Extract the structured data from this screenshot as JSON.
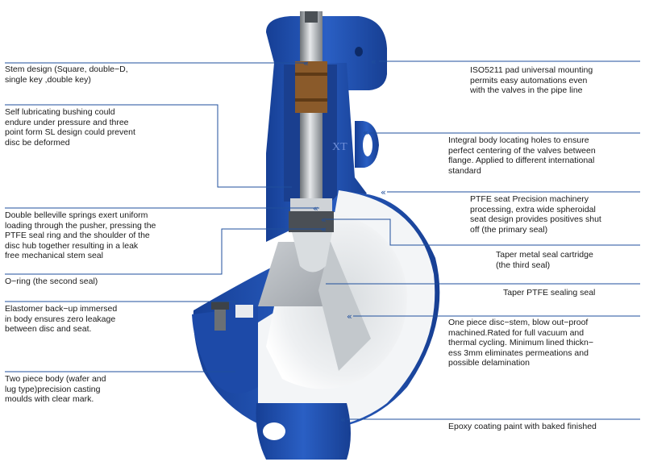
{
  "colors": {
    "body_blue": "#1f4fb0",
    "body_blue_dark": "#143a8a",
    "ptfe_white": "#f4f6f8",
    "stem_steel": "#a9aeb4",
    "bushing_bronze": "#8a5a2a",
    "leader_line": "#1f4f9c"
  },
  "callouts": {
    "stem_design": "Stem design (Square, double−D,\nsingle key ,double key)",
    "bushing": "Self lubricating bushing could\nendure under pressure and three\npoint form SL design could prevent\ndisc be deformed",
    "belleville": "Double belleville springs exert uniform\nloading through the pusher, pressing the\nPTFE seal ring and the shoulder of the\ndisc hub together resulting in a leak\nfree mechanical stem seal",
    "o_ring": "O−ring (the second seal)",
    "elastomer": "Elastomer back−up immersed\nin body ensures zero leakage\nbetween disc and seat.",
    "two_piece_body": "Two piece body (wafer and\nlug type)precision casting\nmoulds with clear mark.",
    "iso5211": "ISO5211 pad universal mounting\npermits easy automations even\nwith the valves in the pipe line",
    "locating_holes": "Integral body locating holes to ensure\nperfect centering of the valves between\nflange. Applied to different international\nstandard",
    "ptfe_seat": "PTFE seat Precision machinery\nprocessing, extra wide spheroidal\nseat design provides positives shut\noff (the primary seal)",
    "taper_metal": "Taper metal seal cartridge\n(the third seal)",
    "taper_ptfe": "Taper PTFE sealing seal",
    "disc_stem": "One piece disc−stem, blow out−proof\nmachined.Rated for full vacuum and\nthermal cycling. Minimum lined thickn−\ness 3mm eliminates permeations and\npossible delamination",
    "epoxy": "Epoxy coating paint with baked finished"
  },
  "icons": {
    "marker": "double-chevron-left-icon",
    "logo_mark": "manufacturer-logo-mark"
  }
}
